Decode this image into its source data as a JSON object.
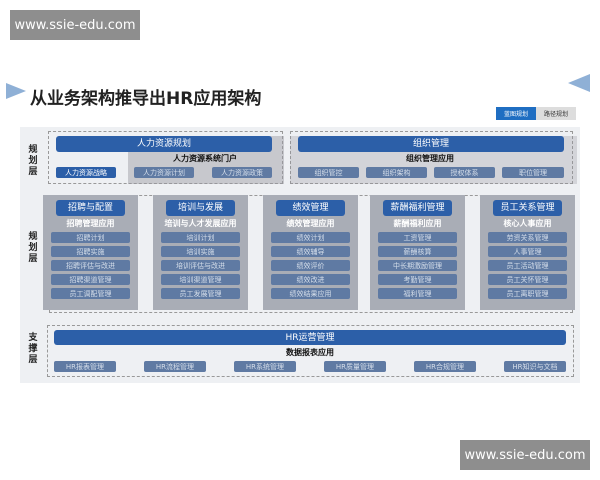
{
  "watermarks": [
    "www.ssie-edu.com",
    "www.ssie-edu.com"
  ],
  "title": "从业务架构推导出HR应用架构",
  "tabs": [
    {
      "label": "蓝图规划",
      "active": true
    },
    {
      "label": "路径规划",
      "active": false
    }
  ],
  "layers": {
    "top": "规划层",
    "middle": "规划层",
    "bottom": "支撑层"
  },
  "planning": {
    "hr_planning": {
      "title": "人力资源规划",
      "app": "人力资源系统门户",
      "items": [
        "人力资源战略",
        "人力资源计划",
        "人力资源政策"
      ]
    },
    "org": {
      "title": "组织管理",
      "app": "组织管理应用",
      "items": [
        "组织管控",
        "组织架构",
        "授权体系",
        "职位管理"
      ]
    }
  },
  "modules": [
    {
      "title": "招聘与配置",
      "app": "招聘管理应用",
      "items": [
        "招聘计划",
        "招聘实施",
        "招聘评估与改进",
        "招聘渠道管理",
        "员工调配管理"
      ]
    },
    {
      "title": "培训与发展",
      "app": "培训与人才发展应用",
      "items": [
        "培训计划",
        "培训实施",
        "培训评估与改进",
        "培训渠道管理",
        "员工发展管理"
      ]
    },
    {
      "title": "绩效管理",
      "app": "绩效管理应用",
      "items": [
        "绩效计划",
        "绩效辅导",
        "绩效评价",
        "绩效改进",
        "绩效结果应用"
      ]
    },
    {
      "title": "薪酬福利管理",
      "app": "薪酬福利应用",
      "items": [
        "工资管理",
        "薪酬核算",
        "中长期激励管理",
        "考勤管理",
        "福利管理"
      ]
    },
    {
      "title": "员工关系管理",
      "app": "核心人事应用",
      "items": [
        "劳资关系管理",
        "人事管理",
        "员工活动管理",
        "员工关怀管理",
        "员工离职管理"
      ]
    }
  ],
  "support": {
    "title": "HR运营管理",
    "app": "数据报表应用",
    "items": [
      "HR报表管理",
      "HR流程管理",
      "HR系统管理",
      "HR质量管理",
      "HR合规管理",
      "HR知识与文档"
    ]
  }
}
